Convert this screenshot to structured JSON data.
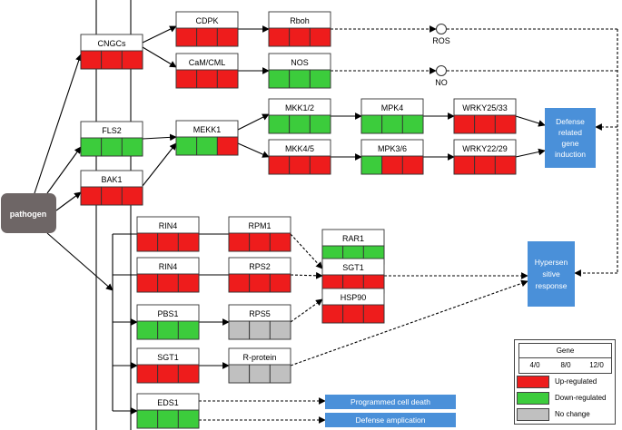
{
  "nodes": {
    "cngcs": {
      "label": "CNGCs",
      "cells": [
        "up",
        "up",
        "up"
      ]
    },
    "cdpk": {
      "label": "CDPK",
      "cells": [
        "up",
        "up",
        "up"
      ]
    },
    "rboh": {
      "label": "Rboh",
      "cells": [
        "up",
        "up",
        "up"
      ]
    },
    "camcml": {
      "label": "CaM/CML",
      "cells": [
        "up",
        "up",
        "up"
      ]
    },
    "nos": {
      "label": "NOS",
      "cells": [
        "down",
        "down",
        "down"
      ]
    },
    "fls2": {
      "label": "FLS2",
      "cells": [
        "down",
        "down",
        "down"
      ]
    },
    "bak1": {
      "label": "BAK1",
      "cells": [
        "up",
        "up",
        "up"
      ]
    },
    "mekk1": {
      "label": "MEKK1",
      "cells": [
        "down",
        "down",
        "up"
      ]
    },
    "mkk12": {
      "label": "MKK1/2",
      "cells": [
        "down",
        "down",
        "down"
      ]
    },
    "mpk4": {
      "label": "MPK4",
      "cells": [
        "down",
        "down",
        "down"
      ]
    },
    "wrky2533": {
      "label": "WRKY25/33",
      "cells": [
        "up",
        "up",
        "up"
      ]
    },
    "mkk45": {
      "label": "MKK4/5",
      "cells": [
        "up",
        "up",
        "up"
      ]
    },
    "mpk36": {
      "label": "MPK3/6",
      "cells": [
        "down",
        "up",
        "up"
      ]
    },
    "wrky2229": {
      "label": "WRKY22/29",
      "cells": [
        "up",
        "up",
        "up"
      ]
    },
    "rin4a": {
      "label": "RIN4",
      "cells": [
        "up",
        "up",
        "up"
      ]
    },
    "rpm1": {
      "label": "RPM1",
      "cells": [
        "up",
        "up",
        "up"
      ]
    },
    "rin4b": {
      "label": "RIN4",
      "cells": [
        "up",
        "up",
        "up"
      ]
    },
    "rps2": {
      "label": "RPS2",
      "cells": [
        "up",
        "up",
        "up"
      ]
    },
    "pbs1": {
      "label": "PBS1",
      "cells": [
        "down",
        "down",
        "down"
      ]
    },
    "rps5": {
      "label": "RPS5",
      "cells": [
        "nochange",
        "nochange",
        "nochange"
      ]
    },
    "sgt1b": {
      "label": "SGT1",
      "cells": [
        "up",
        "up",
        "up"
      ]
    },
    "rprotein": {
      "label": "R-protein",
      "cells": [
        "nochange",
        "nochange",
        "nochange"
      ]
    },
    "eds1": {
      "label": "EDS1",
      "cells": [
        "down",
        "down",
        "down"
      ]
    },
    "rar1": {
      "label": "RAR1",
      "cells": [
        "down",
        "down",
        "down"
      ]
    },
    "sgt1": {
      "label": "SGT1",
      "cells": [
        "up",
        "up",
        "up"
      ]
    },
    "hsp90": {
      "label": "HSP90",
      "cells": [
        "up",
        "up",
        "up"
      ]
    }
  },
  "signals": {
    "ros": "ROS",
    "no": "NO"
  },
  "pathogen": "pathogen",
  "outcomes": {
    "defense_related": [
      "Defense",
      "related",
      "gene",
      "induction"
    ],
    "hypersensitive": [
      "Hypersen",
      "sitive",
      "response"
    ],
    "programmed_cell_death": "Programmed cell death",
    "defense_amplication": "Defense amplication"
  },
  "legend": {
    "gene_title": "Gene",
    "scale": [
      "4/0",
      "8/0",
      "12/0"
    ],
    "items": [
      {
        "key": "up",
        "label": "Up-regulated"
      },
      {
        "key": "down",
        "label": "Down-regulated"
      },
      {
        "key": "nochange",
        "label": "No change"
      }
    ]
  },
  "colors": {
    "up": "#ee1c1c",
    "down": "#3ccc3c",
    "nochange": "#c0c0c0",
    "pathogen_box": "#6e6666",
    "outcome_box": "#4a90d9",
    "line": "#000000",
    "membrane": "#555555"
  }
}
